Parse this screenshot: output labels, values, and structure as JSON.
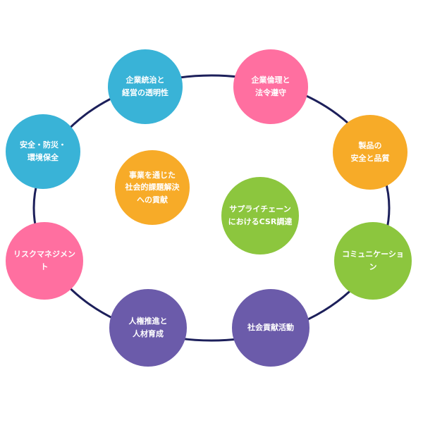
{
  "colors": {
    "ring": "#1c1f5a",
    "teal": "#39b3d7",
    "pink": "#ff6fa0",
    "orange": "#f7ab28",
    "green": "#8cc63e",
    "purple": "#6b5baa"
  },
  "outer_nodes": {
    "governance": {
      "label": "企業統治と\n経営の透明性",
      "color": "#39b3d7"
    },
    "ethics": {
      "label": "企業倫理と\n法令遵守",
      "color": "#ff6fa0"
    },
    "safety_env": {
      "label": "安全・防災・\n環境保全",
      "color": "#39b3d7"
    },
    "product": {
      "label": "製品の\n安全と品質",
      "color": "#f7ab28"
    },
    "risk": {
      "label": "リスクマネジメント",
      "color": "#ff6fa0"
    },
    "communication": {
      "label": "コミュニケーション",
      "color": "#8cc63e"
    },
    "hr": {
      "label": "人権推進と\n人材育成",
      "color": "#6b5baa"
    },
    "social": {
      "label": "社会貢献活動",
      "color": "#6b5baa"
    }
  },
  "inner_nodes": {
    "business": {
      "label": "事業を通じた\n社会的課題解決\nへの貢献",
      "color": "#f7ab28"
    },
    "supply_chain": {
      "label": "サプライチェーン\nにおけるCSR調達",
      "color": "#8cc63e"
    }
  }
}
